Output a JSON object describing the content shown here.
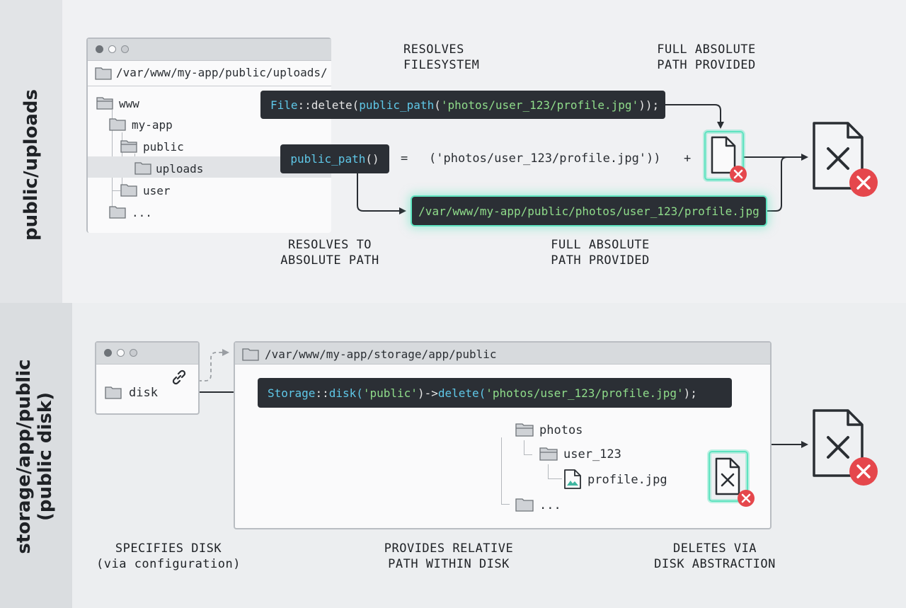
{
  "top": {
    "rail_label": "public/uploads",
    "window": {
      "path": "/var/www/my-app/public/uploads/"
    },
    "tree": {
      "www": "www",
      "my_app": "my-app",
      "public": "public",
      "uploads": "uploads",
      "user": "user",
      "more": "..."
    },
    "code_delete": {
      "cls": "File",
      "sep": "::",
      "fn": "delete(",
      "helper": "public_path",
      "arg": "'photos/user_123/profile.jpg'",
      "end": "));"
    },
    "code_helper": {
      "helper": "public_path",
      "parens": "()"
    },
    "equals": "=",
    "arg_text": "('photos/user_123/profile.jpg'))",
    "plus": "+",
    "resolved_path": "/var/www/my-app/public/photos/user_123/profile.jpg",
    "captions": {
      "resolves_fs": "RESOLVES\nFILESYSTEM",
      "full_abs_top": "FULL ABSOLUTE\nPATH PROVIDED",
      "resolves_abs": "RESOLVES TO\nABSOLUTE PATH",
      "full_abs_bottom": "FULL ABSOLUTE\nPATH PROVIDED"
    }
  },
  "bottom": {
    "rail_label": "storage/app/public\n(public disk)",
    "disk_window": {
      "label": "disk"
    },
    "main_window": {
      "path": "/var/www/my-app/storage/app/public"
    },
    "code_storage": {
      "cls": "Storage",
      "sep": "::",
      "fn": "disk(",
      "disk_arg": "'public'",
      "mid": ")->",
      "del": "delete(",
      "path_arg": "'photos/user_123/profile.jpg'",
      "end": ");"
    },
    "tree": {
      "photos": "photos",
      "user_123": "user_123",
      "file": "profile.jpg",
      "more": "..."
    },
    "captions": {
      "specifies": "SPECIFIES DISK\n(via configuration)",
      "provides": "PROVIDES RELATIVE\nPATH WITHIN DISK",
      "deletes": "DELETES VIA\nDISK ABSTRACTION"
    }
  },
  "colors": {
    "accent_glow": "#5fe3c0",
    "code_bg": "#2b2f35",
    "cyan": "#5fc8e8",
    "green": "#8fdc8a",
    "error": "#e5474c"
  },
  "icons": [
    "folder-icon",
    "file-icon",
    "file-delete-icon",
    "error-badge-icon",
    "link-icon",
    "image-file-icon",
    "arrow-icon"
  ]
}
